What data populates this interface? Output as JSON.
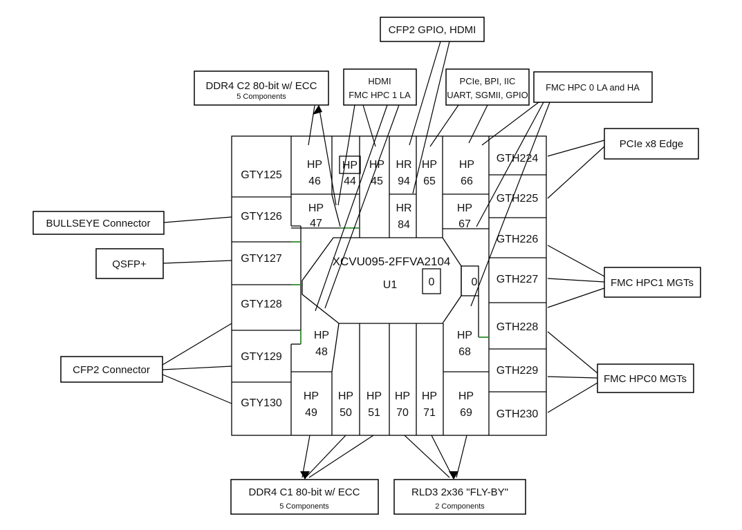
{
  "callouts": {
    "cfp2_gpio_hdmi": {
      "label": "CFP2 GPIO, HDMI"
    },
    "ddr4_c2": {
      "label": "DDR4 C2 80-bit w/ ECC",
      "sub": "5 Components"
    },
    "hdmi_fmc_hpc1_la": {
      "line1": "HDMI",
      "line2": "FMC HPC 1 LA"
    },
    "pcie_misc": {
      "line1": "PCIe, BPI, IIC",
      "line2": "UART, SGMII, GPIO"
    },
    "fmc_hpc0_la_ha": {
      "label": "FMC HPC 0 LA and HA"
    },
    "pcie_x8_edge": {
      "label": "PCIe x8 Edge"
    },
    "bullseye": {
      "label": "BULLSEYE Connector"
    },
    "qsfp": {
      "label": "QSFP+"
    },
    "cfp2_connector": {
      "label": "CFP2 Connector"
    },
    "fmc_hpc1_mgts": {
      "label": "FMC HPC1 MGTs"
    },
    "fmc_hpc0_mgts": {
      "label": "FMC HPC0 MGTs"
    },
    "ddr4_c1": {
      "label": "DDR4 C1 80-bit w/ ECC",
      "sub": "5 Components"
    },
    "rld3": {
      "label": "RLD3 2x36 \"FLY-BY\"",
      "sub": "2 Components"
    }
  },
  "chip": {
    "part": "XCVU095-2FFVA2104",
    "ref": "U1",
    "zero_a": "0",
    "zero_b": "0"
  },
  "banks": {
    "gty": [
      "GTY125",
      "GTY126",
      "GTY127",
      "GTY128",
      "GTY129",
      "GTY130"
    ],
    "gth": [
      "GTH224",
      "GTH225",
      "GTH226",
      "GTH227",
      "GTH228",
      "GTH229",
      "GTH230"
    ],
    "row1": [
      {
        "t": "HP",
        "n": "46"
      },
      {
        "t": "HP",
        "n": "44"
      },
      {
        "t": "HP",
        "n": "45"
      },
      {
        "t": "HR",
        "n": "94"
      },
      {
        "t": "HP",
        "n": "65"
      },
      {
        "t": "HP",
        "n": "66"
      }
    ],
    "row2": [
      {
        "t": "HP",
        "n": "47"
      },
      {
        "t": "HR",
        "n": "84"
      },
      {
        "t": "HP",
        "n": "67"
      }
    ],
    "mid": [
      {
        "t": "HP",
        "n": "48"
      },
      {
        "t": "HP",
        "n": "68"
      }
    ],
    "bottom": [
      {
        "t": "HP",
        "n": "49"
      },
      {
        "t": "HP",
        "n": "50"
      },
      {
        "t": "HP",
        "n": "51"
      },
      {
        "t": "HP",
        "n": "70"
      },
      {
        "t": "HP",
        "n": "71"
      },
      {
        "t": "HP",
        "n": "69"
      }
    ]
  },
  "colors": {
    "line": "#000000",
    "accent_green": "#2e8b2e",
    "background": "#ffffff"
  }
}
